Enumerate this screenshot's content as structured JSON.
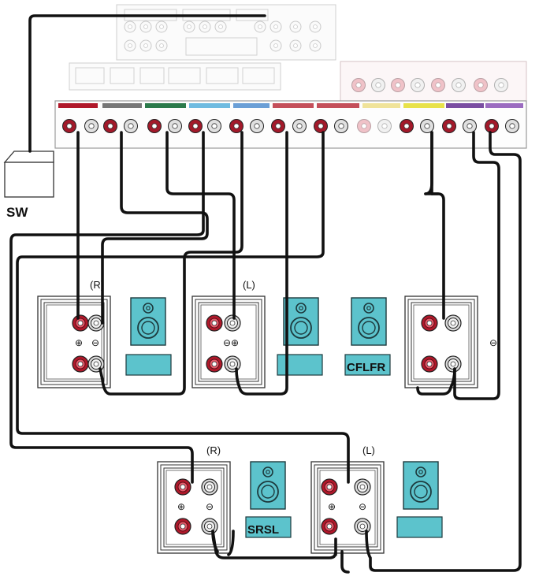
{
  "subwoofer": {
    "label": "SW"
  },
  "speakers": {
    "front_right": {
      "position": "(R)",
      "tag": ""
    },
    "front_left": {
      "position": "(L)",
      "tag": ""
    },
    "center": {
      "tag": "CFLFR"
    },
    "surround_right": {
      "position": "(R)",
      "tag": "SRSL"
    },
    "surround_left": {
      "position": "(L)",
      "tag": ""
    }
  },
  "polarity": {
    "plus": "⊕",
    "minus": "⊖",
    "minus_plus": "⊖⊕"
  },
  "colors": {
    "red": "#b0182a",
    "speaker_teal": "#5cc3cc",
    "cable": "#111111"
  }
}
